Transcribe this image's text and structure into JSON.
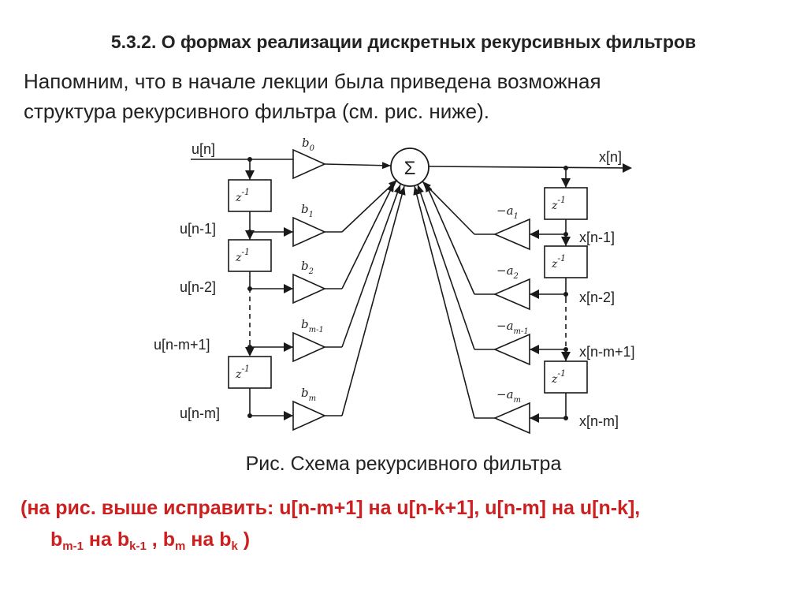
{
  "title": "5.3.2. О формах реализации дискретных рекурсивных фильтров",
  "intro": {
    "line1": "Напомним, что в начале лекции была приведена возможная",
    "line2": "структура рекурсивного  фильтра (см. рис. ниже)."
  },
  "diagram": {
    "sum_symbol": "Σ",
    "input_label": "u[n]",
    "output_label": "x[n]",
    "delay_label": "z",
    "delay_exp": "-1",
    "left_labels": [
      "u[n-1]",
      "u[n-2]",
      "u[n-m+1]",
      "u[n-m]"
    ],
    "right_labels": [
      "x[n-1]",
      "x[n-2]",
      "x[n-m+1]",
      "x[n-m]"
    ],
    "left_coefs": [
      {
        "base": "b",
        "sub": "0"
      },
      {
        "base": "b",
        "sub": "1"
      },
      {
        "base": "b",
        "sub": "2"
      },
      {
        "base": "b",
        "sub": "m-1"
      },
      {
        "base": "b",
        "sub": "m"
      }
    ],
    "right_coefs": [
      {
        "base": "−a",
        "sub": "1"
      },
      {
        "base": "−a",
        "sub": "2"
      },
      {
        "base": "−a",
        "sub": "m-1"
      },
      {
        "base": "−a",
        "sub": "m"
      }
    ]
  },
  "caption": "Рис. Схема рекурсивного фильтра",
  "note": {
    "line1": "(на рис. выше исправить: u[n-m+1] на u[n-k+1],  u[n-m] на u[n-k],",
    "b1": "b",
    "s1": "m-1",
    "t1": " на ",
    "b2": "b",
    "s2": "k-1",
    "t2": " ,  ",
    "b3": "b",
    "s3": "m",
    "t3": " на ",
    "b4": "b",
    "s4": "k",
    "t4": " )"
  },
  "colors": {
    "text": "#222222",
    "note": "#cc1f1f",
    "line": "#1a1a1a"
  }
}
